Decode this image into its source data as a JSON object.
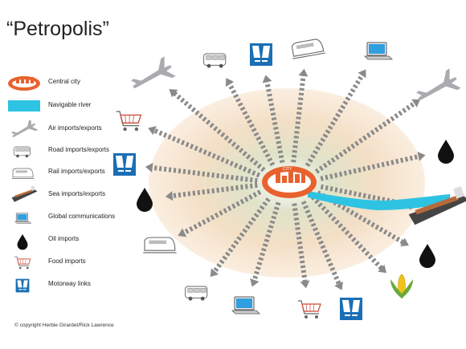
{
  "title": "“Petropolis”",
  "city_label": "CITY",
  "legend": [
    {
      "label": "Central city",
      "icon": "city-icon"
    },
    {
      "label": "Navigable river",
      "icon": "river-icon"
    },
    {
      "label": "Air imports/exports",
      "icon": "plane-icon"
    },
    {
      "label": "Road imports/exports",
      "icon": "bus-icon"
    },
    {
      "label": "Rail imports/exports",
      "icon": "train-icon"
    },
    {
      "label": "Sea imports/exports",
      "icon": "ship-icon"
    },
    {
      "label": "Global communications",
      "icon": "laptop-icon"
    },
    {
      "label": "Oil imports",
      "icon": "oil-drop-icon"
    },
    {
      "label": "Food imports",
      "icon": "cart-icon"
    },
    {
      "label": "Motorway links",
      "icon": "motorway-icon"
    }
  ],
  "copyright": "© copyright Herbie Girardet/Rick Lawrence",
  "colors": {
    "city": "#e8622e",
    "river": "#2fc3e3",
    "arrow": "#8a8a8a",
    "motorway": "#1a6fb5",
    "halo_outer": "#f6dcc0",
    "halo_inner": "#dfe3c9"
  }
}
